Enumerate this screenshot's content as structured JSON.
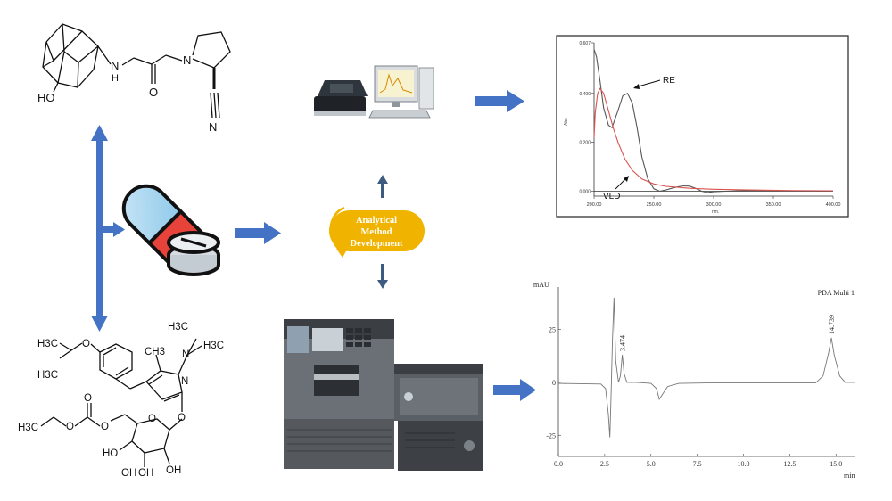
{
  "vildagliptin": {
    "atoms": {
      "ho": "HO",
      "n_amine": "N",
      "h_amine": "H",
      "o": "O",
      "n_ring": "N",
      "n_nitrile": "N"
    }
  },
  "remogliflozin": {
    "atoms": {
      "h3c_a": "H3C",
      "h3c_b": "H3C",
      "o_ether": "O",
      "h3c_c": "H3C",
      "n1": "N",
      "n2": "N",
      "h3c_d": "H3C",
      "ch3": "CH3",
      "o_link": "O",
      "o_carb1": "O",
      "o_carb2": "O",
      "h3c_e": "H3C",
      "o_carb3": "O",
      "o_ring": "O",
      "oh1": "OH",
      "oh2": "OH",
      "ho3": "HO",
      "oh4": "OH"
    }
  },
  "method_badge": {
    "line1": "Analytical",
    "line2": "Method",
    "line3": "Development"
  },
  "uv_spectrum": {
    "annotations": {
      "re": "RE",
      "vld": "VLD"
    },
    "y_axis_label": "Abs",
    "x_axis_label": "nm.",
    "chart_data": {
      "type": "line",
      "x_ticks": [
        "200.00",
        "250.00",
        "300.00",
        "350.00",
        "400.00"
      ],
      "y_ticks": [
        "0.000",
        "0.200",
        "0.400",
        "0.607"
      ],
      "xlim": [
        200,
        400
      ],
      "ylim": [
        -0.02,
        0.607
      ],
      "series": [
        {
          "name": "RE",
          "color": "#555555",
          "x": [
            200,
            202,
            205,
            208,
            212,
            215,
            220,
            224,
            228,
            232,
            236,
            240,
            245,
            250,
            255,
            260,
            265,
            270,
            275,
            280,
            285,
            290,
            295,
            300,
            310,
            320,
            340,
            360,
            380,
            400
          ],
          "y": [
            0.58,
            0.55,
            0.45,
            0.34,
            0.27,
            0.26,
            0.33,
            0.39,
            0.4,
            0.36,
            0.26,
            0.14,
            0.05,
            0.01,
            0.0,
            0.005,
            0.012,
            0.018,
            0.022,
            0.021,
            0.012,
            0.0,
            -0.005,
            -0.002,
            0.0,
            0.002,
            0.003,
            0.002,
            0.001,
            0.0
          ]
        },
        {
          "name": "VLD",
          "color": "#d9534f",
          "x": [
            200,
            201,
            203,
            205,
            208,
            212,
            216,
            220,
            226,
            232,
            240,
            250,
            260,
            280,
            300,
            330,
            360,
            400
          ],
          "y": [
            0.22,
            0.32,
            0.4,
            0.42,
            0.4,
            0.33,
            0.26,
            0.2,
            0.13,
            0.085,
            0.05,
            0.03,
            0.02,
            0.012,
            0.008,
            0.005,
            0.003,
            0.002
          ]
        }
      ]
    }
  },
  "chromatogram": {
    "y_unit": "mAU",
    "x_unit": "min",
    "detector": "PDA Multi 1",
    "peak_labels": [
      "3.474",
      "14.739"
    ],
    "chart_data": {
      "type": "line",
      "x_ticks": [
        "0.0",
        "2.5",
        "5.0",
        "7.5",
        "10.0",
        "12.5",
        "15.0"
      ],
      "y_ticks": [
        "25",
        "0",
        "-25"
      ],
      "xlim": [
        0,
        16
      ],
      "ylim": [
        -35,
        45
      ],
      "series": [
        {
          "name": "",
          "color": "#777777",
          "x": [
            0,
            2.3,
            2.55,
            2.7,
            2.78,
            2.85,
            2.92,
            3.0,
            3.1,
            3.25,
            3.35,
            3.45,
            3.55,
            3.7,
            4.2,
            5.0,
            5.3,
            5.45,
            5.6,
            5.9,
            6.5,
            8,
            10,
            12,
            13.9,
            14.3,
            14.6,
            14.75,
            14.9,
            15.2,
            15.5,
            16
          ],
          "y": [
            -0.5,
            -0.8,
            -3,
            -15,
            -26,
            -5,
            20,
            40,
            10,
            0,
            3,
            13,
            4,
            0,
            0,
            -0.5,
            -3,
            -8,
            -6,
            -2,
            -0.5,
            -0.3,
            -0.3,
            -0.3,
            -0.3,
            3,
            14,
            21,
            13,
            3,
            0,
            0
          ]
        }
      ]
    }
  }
}
